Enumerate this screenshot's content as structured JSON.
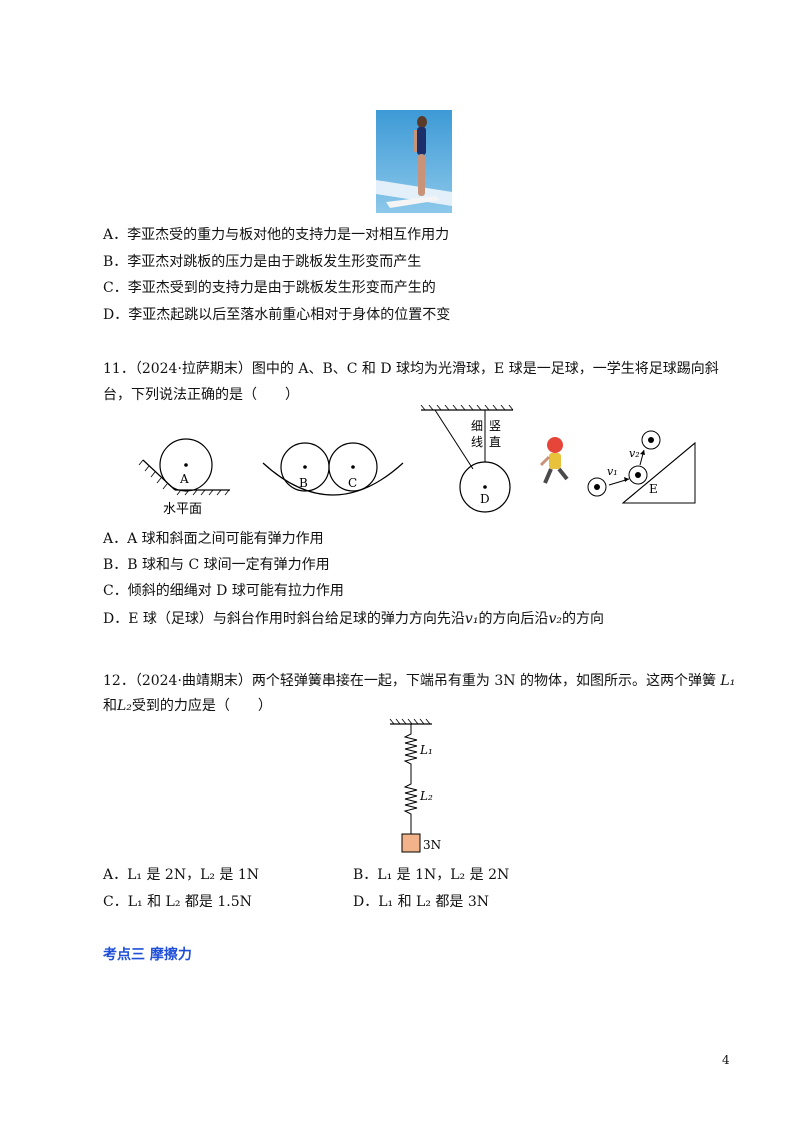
{
  "q10": {
    "options": [
      "A．李亚杰受的重力与板对他的支持力是一对相互作用力",
      "B．李亚杰对跳板的压力是由于跳板发生形变而产生",
      "C．李亚杰受到的支持力是由于跳板发生形变而产生的",
      "D．李亚杰起跳以后至落水前重心相对于身体的位置不变"
    ]
  },
  "q11": {
    "line1": "11．（2024·拉萨期末）图中的 A、B、C 和 D 球均为光滑球，E 球是一足球，一学生将足球踢向斜",
    "line2": "台，下列说法正确的是（　　）",
    "fig": {
      "A": "A",
      "B": "B",
      "C": "C",
      "D": "D",
      "E": "E",
      "ground": "水平面",
      "rope_slanted": "细线",
      "rope_vertical": "竖直",
      "v1": "v₁",
      "v2": "v₂"
    },
    "options": {
      "A": "A．A 球和斜面之间可能有弹力作用",
      "B": "B．B 球和与 C 球间一定有弹力作用",
      "C": "C．倾斜的细绳对 D 球可能有拉力作用",
      "D_pre": "D．E 球（足球）与斜台作用时斜台给足球的弹力方向先沿",
      "D_v1": "v₁",
      "D_mid": "的方向后沿",
      "D_v2": "v₂",
      "D_post": "的方向"
    }
  },
  "q12": {
    "line1": "12．（2024·曲靖期末）两个轻弹簧串接在一起，下端吊有重为 3N 的物体，如图所示。这两个弹簧",
    "line1_L": "L₁",
    "line2_pre": "和",
    "line2_L": "L₂",
    "line2_post": "受到的力应是（　　）",
    "fig": {
      "L1": "L₁",
      "L2": "L₂",
      "weight": "3N"
    },
    "options": {
      "A": "A．L₁ 是 2N，L₂ 是 1N",
      "B": "B．L₁ 是 1N，L₂ 是 2N",
      "C": "C．L₁ 和 L₂ 都是 1.5N",
      "D": "D．L₁ 和 L₂ 都是 3N"
    }
  },
  "section": "考点三  摩擦力",
  "page_number": "4"
}
